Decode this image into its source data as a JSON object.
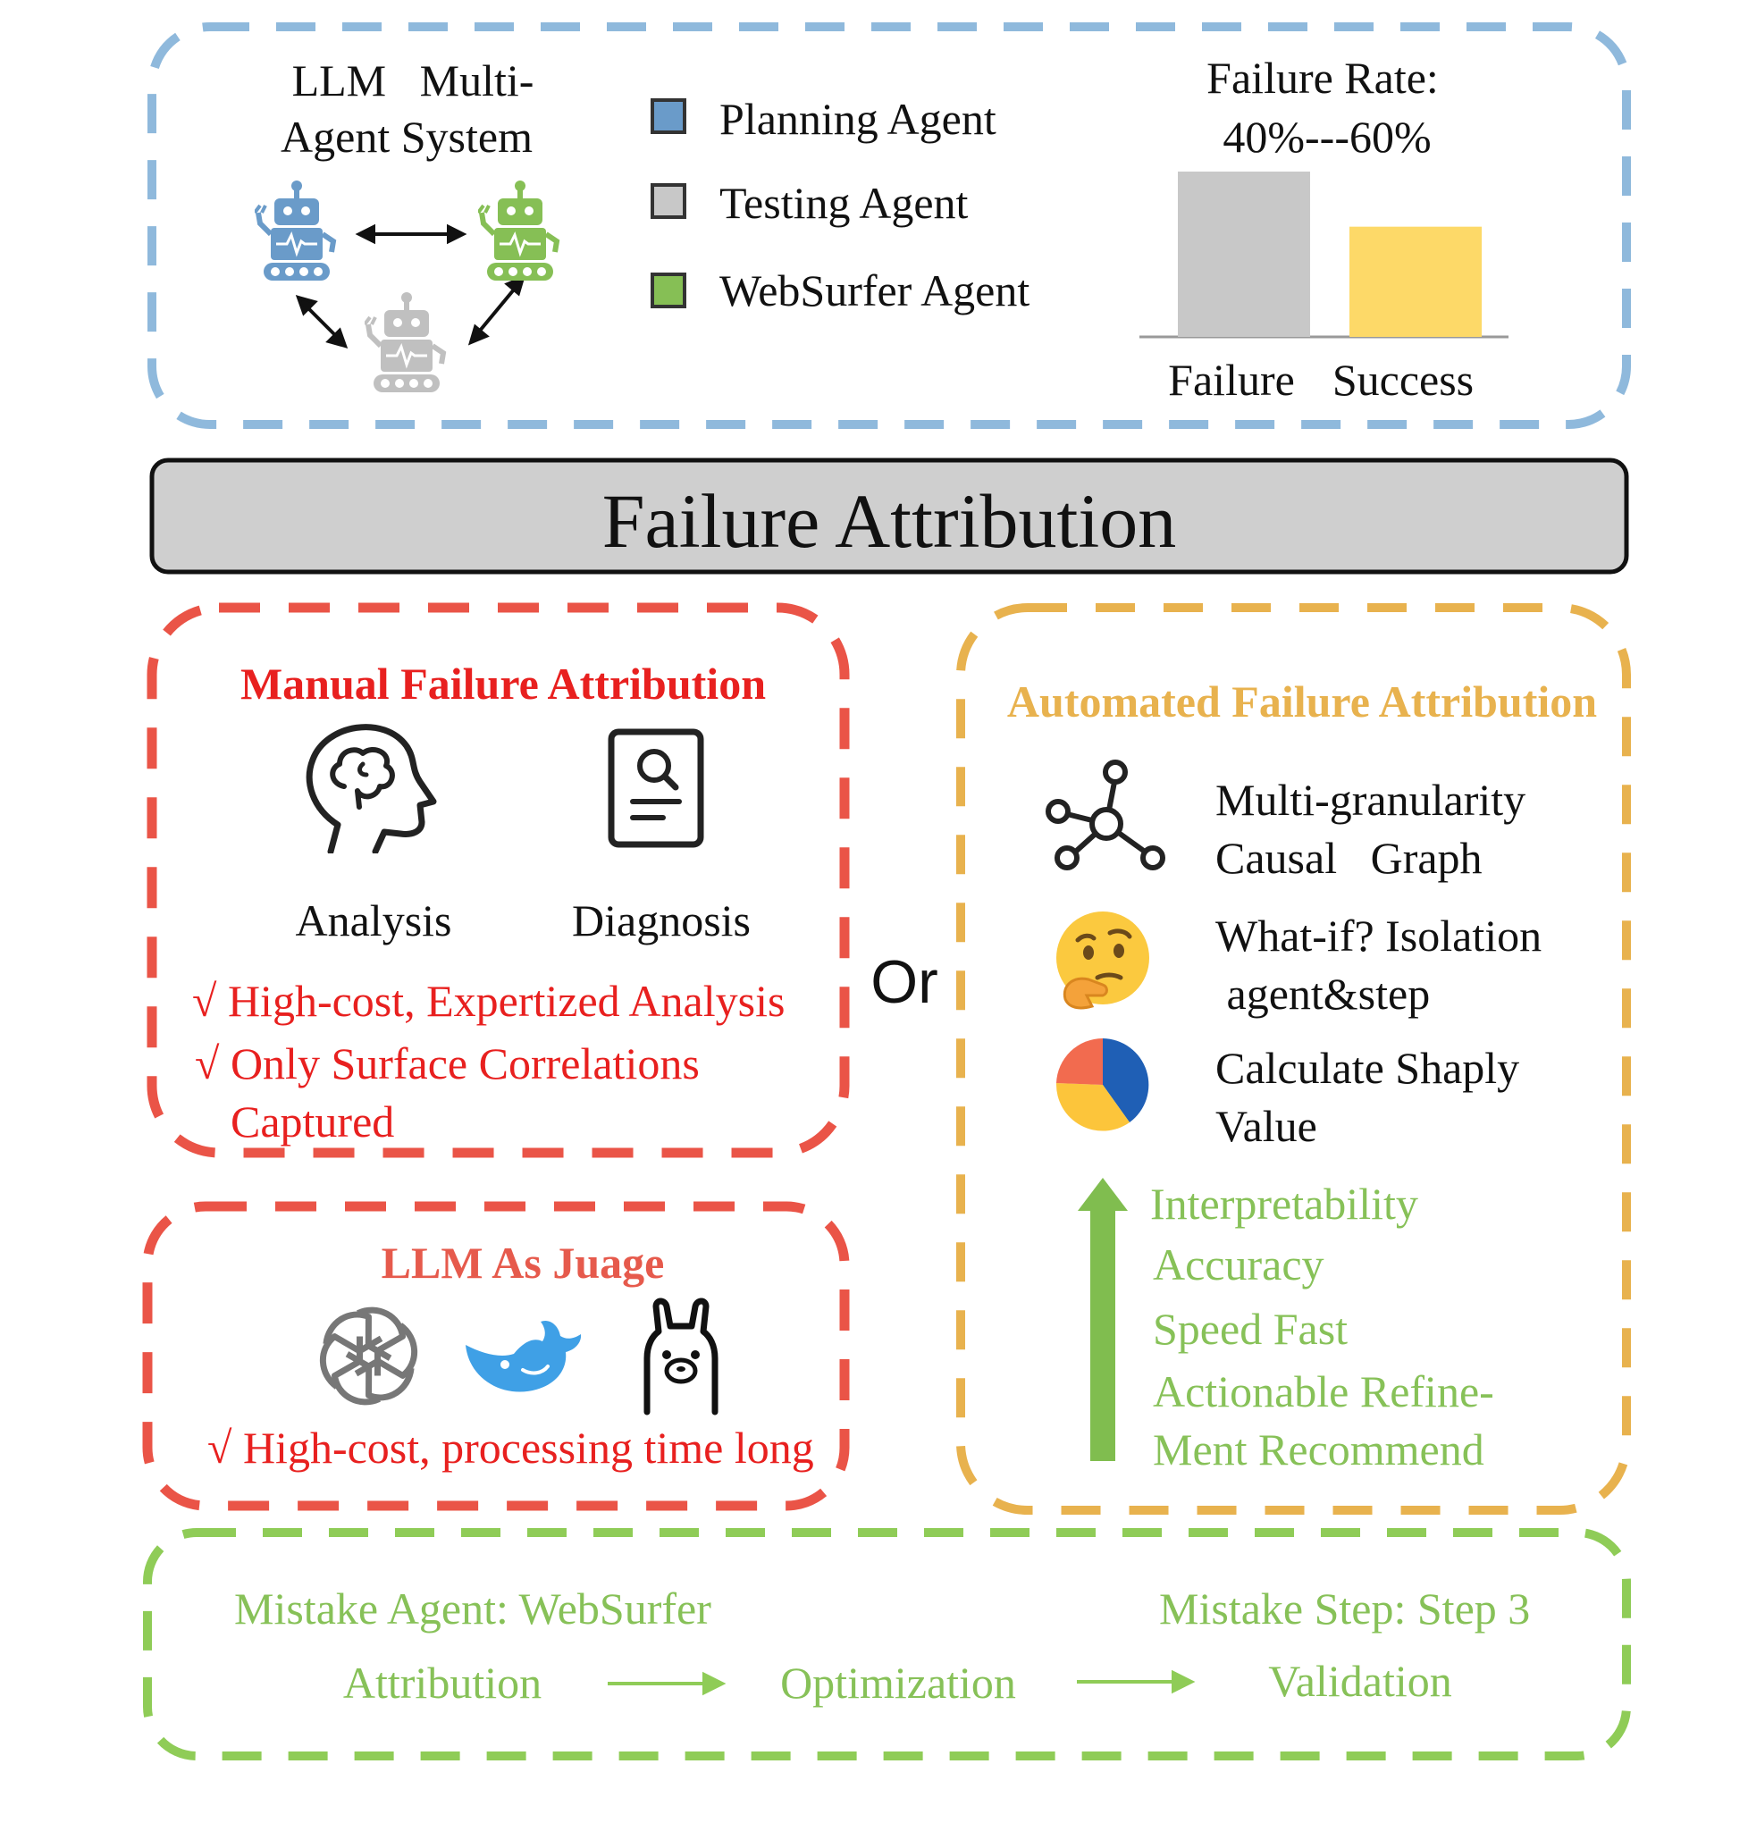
{
  "top": {
    "system_title_line1": "LLM   Multi-",
    "system_title_line2": "Agent System",
    "legend": [
      {
        "label": "Planning Agent",
        "color": "#6a9bc9"
      },
      {
        "label": "Testing Agent",
        "color": "#c8c8c8"
      },
      {
        "label": "WebSurfer Agent",
        "color": "#86bf55"
      }
    ],
    "rate_title_line1": "Failure Rate:",
    "rate_title_line2": "40%---60%"
  },
  "chart_data": {
    "type": "bar",
    "categories": [
      "Failure",
      "Success"
    ],
    "values": [
      60,
      40
    ],
    "colors": [
      "#c8c8c8",
      "#fdd968"
    ],
    "title": "Failure Rate: 40%---60%",
    "ylim": [
      0,
      60
    ],
    "grid": false
  },
  "banner": {
    "title": "Failure Attribution"
  },
  "manual": {
    "title": "Manual Failure Attribution",
    "analysis_label": "Analysis",
    "diagnosis_label": "Diagnosis",
    "point1": "√ High-cost, Expertized Analysis",
    "point2_line1": "√ Only Surface Correlations",
    "point2_line2": "Captured"
  },
  "or_label": "Or",
  "judge": {
    "title": "LLM As Juage",
    "point": "√ High-cost, processing time long"
  },
  "automated": {
    "title": "Automated Failure Attribution",
    "item1_line1": "Multi-granularity",
    "item1_line2": "Causal   Graph",
    "item2_line1": "What-if? Isolation",
    "item2_line2": " agent&step",
    "item3_line1": "Calculate Shaply",
    "item3_line2": "Value",
    "benefits": [
      "Interpretability",
      "Accuracy",
      "Speed Fast",
      "Actionable Refine-",
      "Ment Recommend"
    ]
  },
  "bottom": {
    "mistake_agent": "Mistake Agent: WebSurfer",
    "mistake_step": "Mistake Step: Step 3",
    "flow": [
      "Attribution",
      "Optimization",
      "Validation"
    ]
  },
  "colors": {
    "blue_border": "#8fb9dc",
    "red_border": "#ea5447",
    "orange_border": "#e8b24e",
    "green_border": "#8fcc57",
    "banner_fill": "#cfcfcf"
  }
}
